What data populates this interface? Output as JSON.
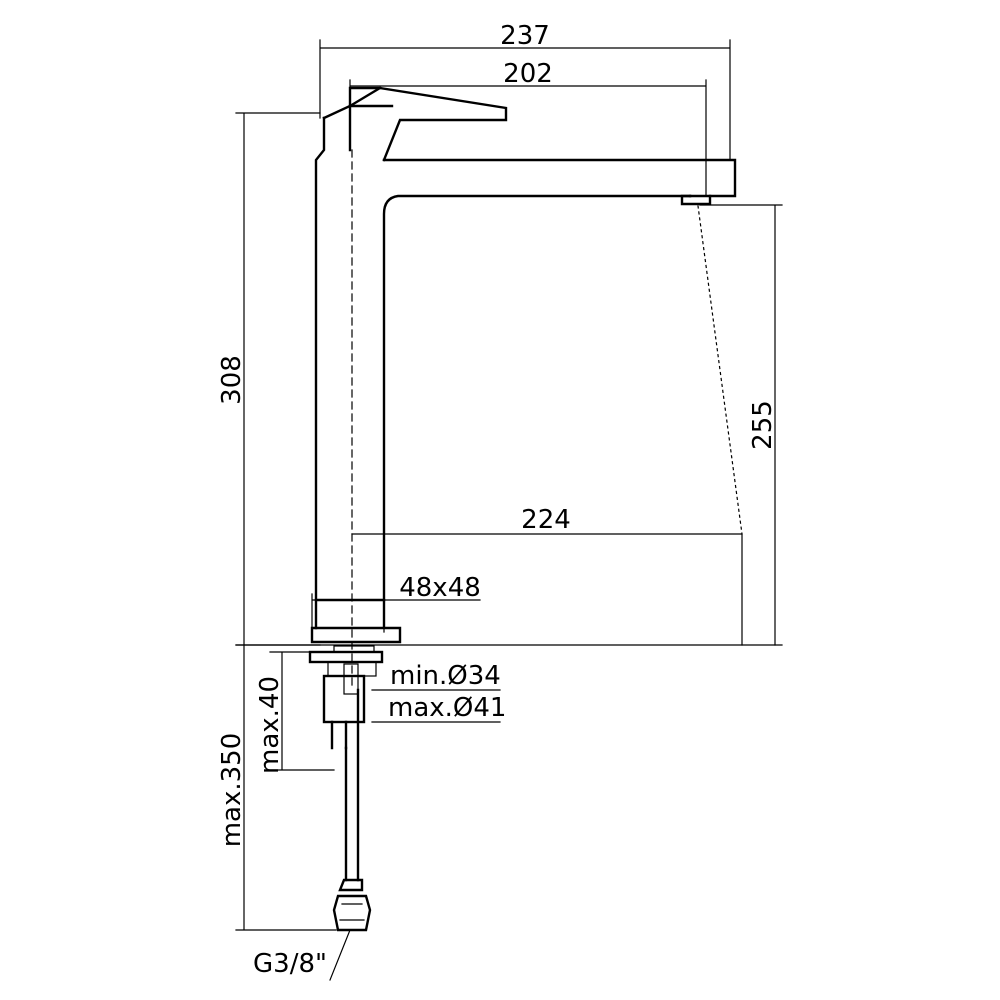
{
  "dimensions": {
    "overall_width": "237",
    "spout_reach": "202",
    "total_height": "308",
    "spout_height": "255",
    "reach_from_center": "224",
    "base_size": "48x48",
    "hole_min": "min.Ø34",
    "hole_max": "max.Ø41",
    "deck_thickness_max": "max.40",
    "hose_length_max": "max.350",
    "connection_thread": "G3/8\""
  },
  "colors": {
    "line": "#000000",
    "background": "#ffffff"
  }
}
